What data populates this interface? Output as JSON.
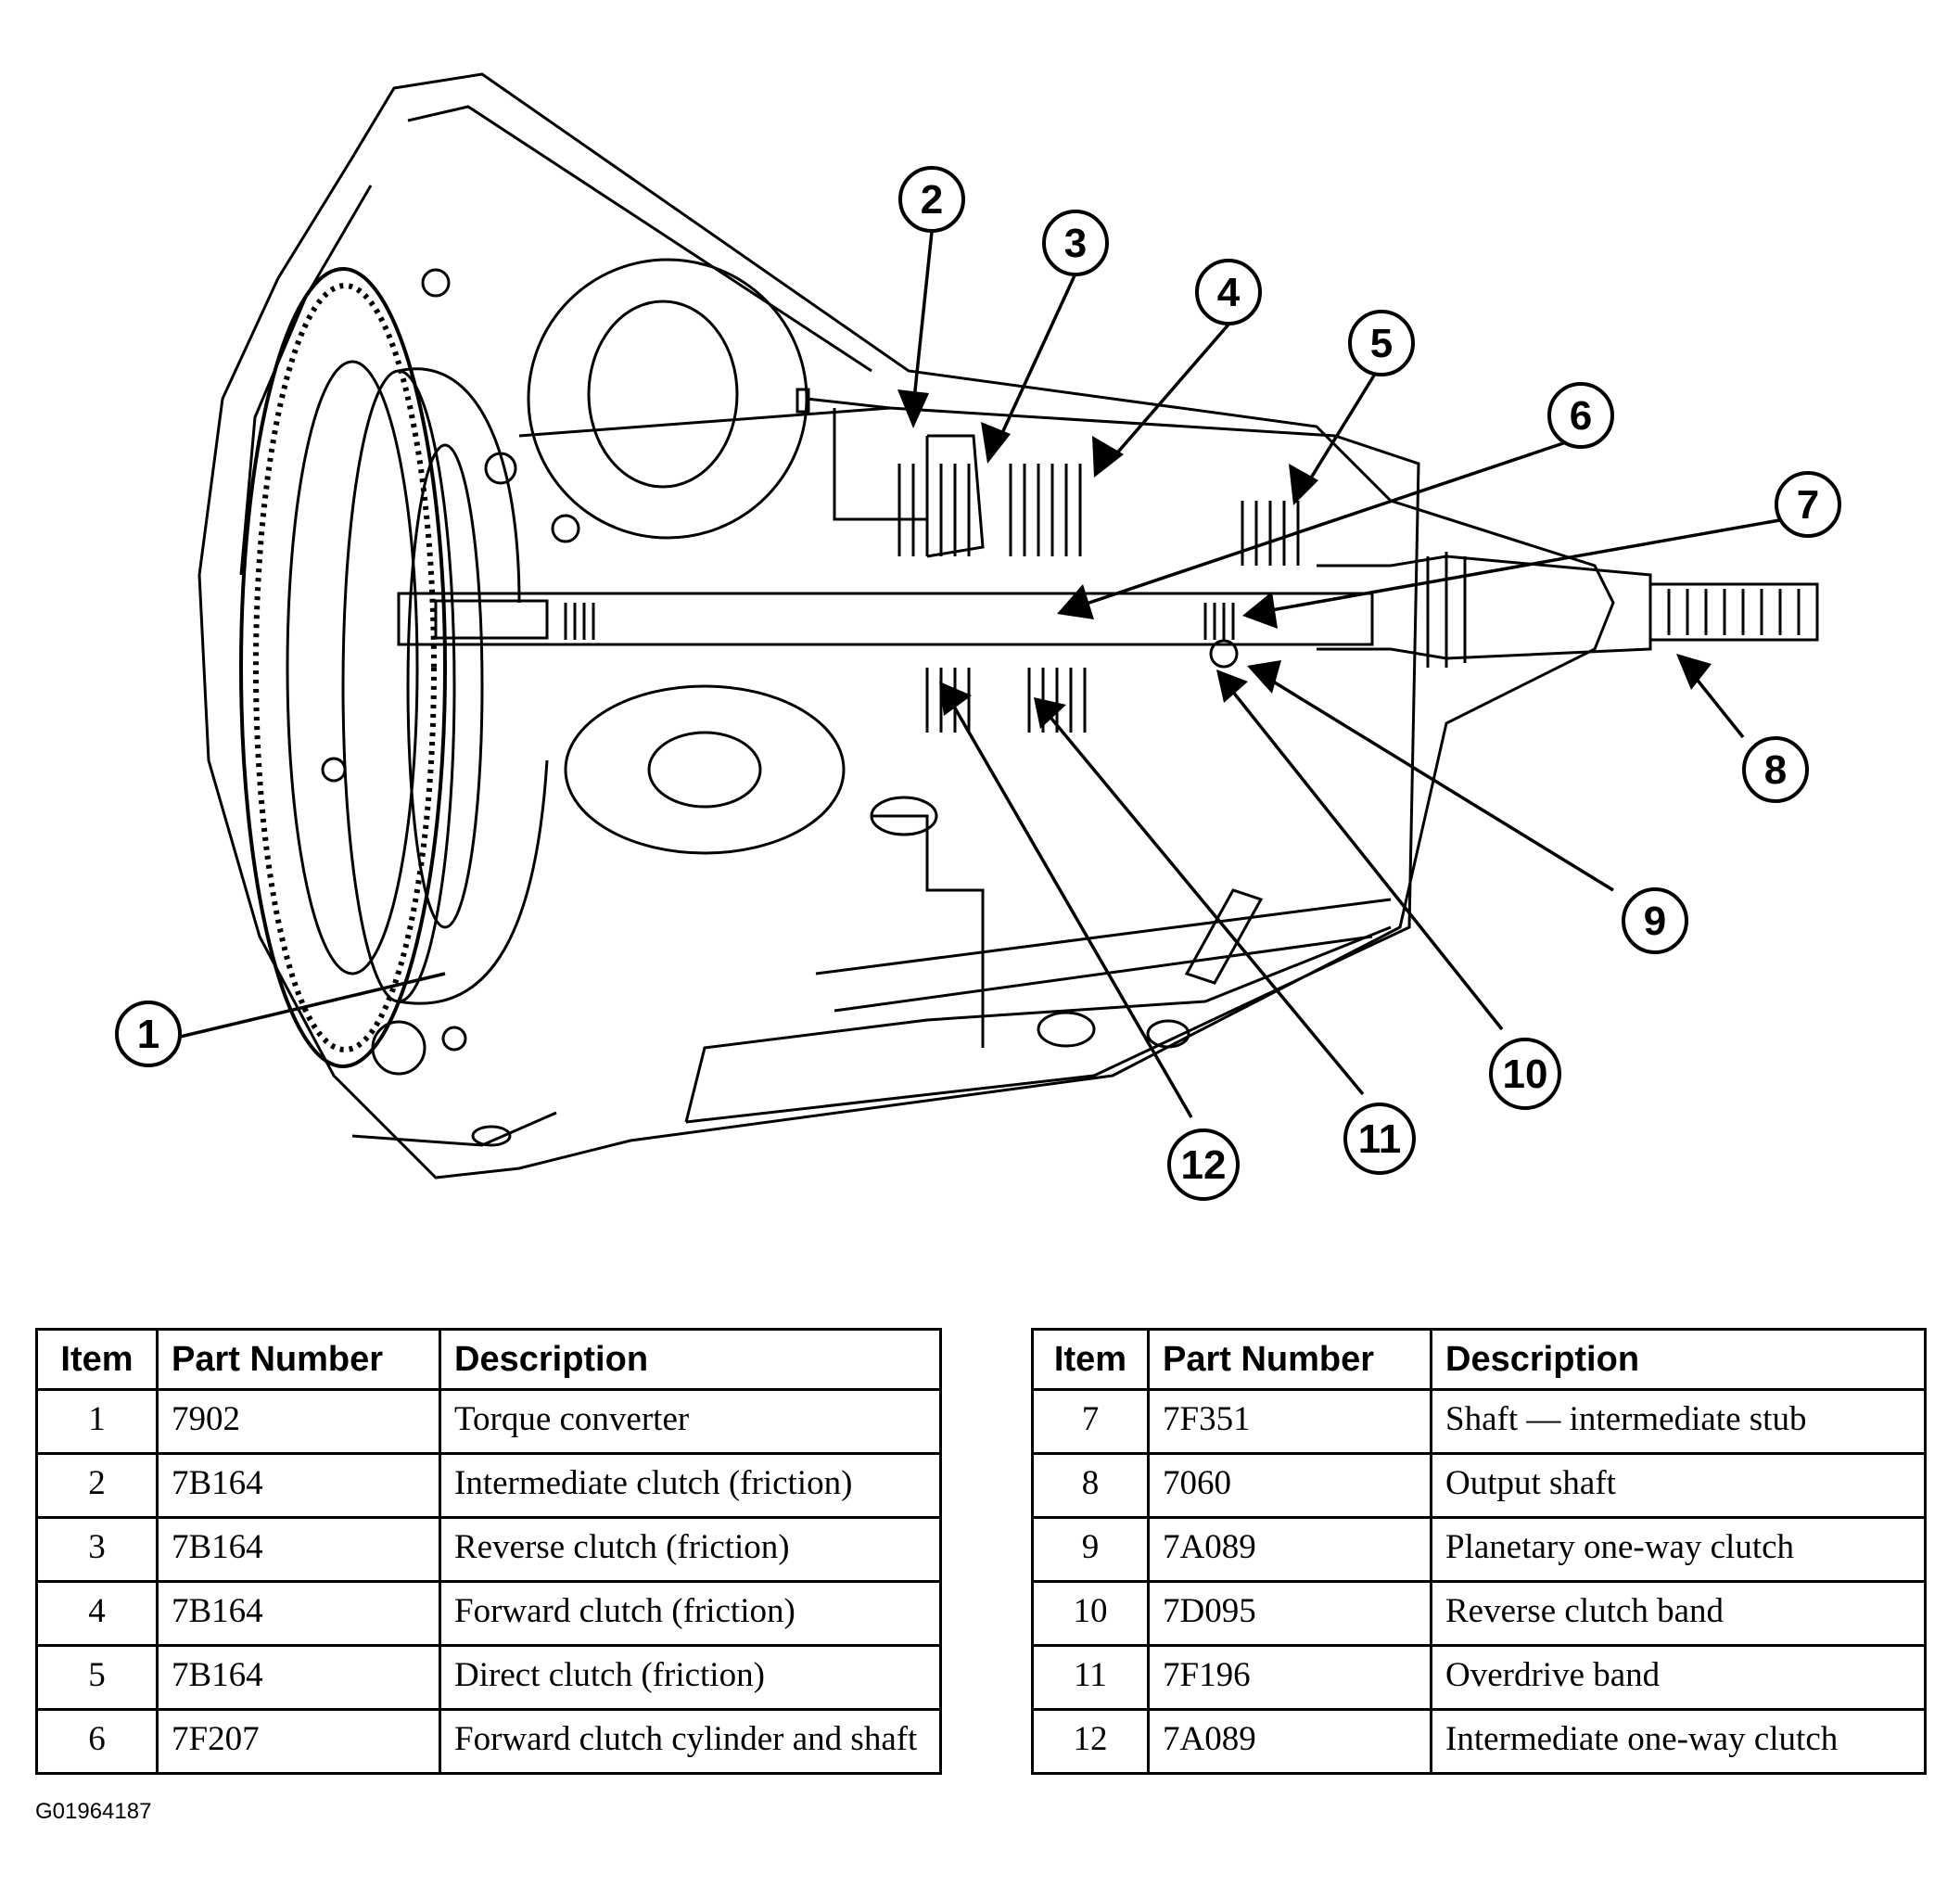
{
  "callouts": [
    "1",
    "2",
    "3",
    "4",
    "5",
    "6",
    "7",
    "8",
    "9",
    "10",
    "11",
    "12"
  ],
  "table_headers": {
    "item": "Item",
    "part_number": "Part Number",
    "description": "Description"
  },
  "table_left": [
    {
      "item": "1",
      "part": "7902",
      "desc": "Torque converter"
    },
    {
      "item": "2",
      "part": "7B164",
      "desc": "Intermediate clutch (friction)"
    },
    {
      "item": "3",
      "part": "7B164",
      "desc": "Reverse clutch (friction)"
    },
    {
      "item": "4",
      "part": "7B164",
      "desc": "Forward clutch (friction)"
    },
    {
      "item": "5",
      "part": "7B164",
      "desc": "Direct clutch (friction)"
    },
    {
      "item": "6",
      "part": "7F207",
      "desc": "Forward clutch cylinder and shaft"
    }
  ],
  "table_right": [
    {
      "item": "7",
      "part": "7F351",
      "desc": "Shaft — intermediate stub"
    },
    {
      "item": "8",
      "part": "7060",
      "desc": "Output shaft"
    },
    {
      "item": "9",
      "part": "7A089",
      "desc": "Planetary one-way clutch"
    },
    {
      "item": "10",
      "part": "7D095",
      "desc": "Reverse clutch band"
    },
    {
      "item": "11",
      "part": "7F196",
      "desc": "Overdrive band"
    },
    {
      "item": "12",
      "part": "7A089",
      "desc": "Intermediate one-way clutch"
    }
  ],
  "figure_id": "G01964187"
}
